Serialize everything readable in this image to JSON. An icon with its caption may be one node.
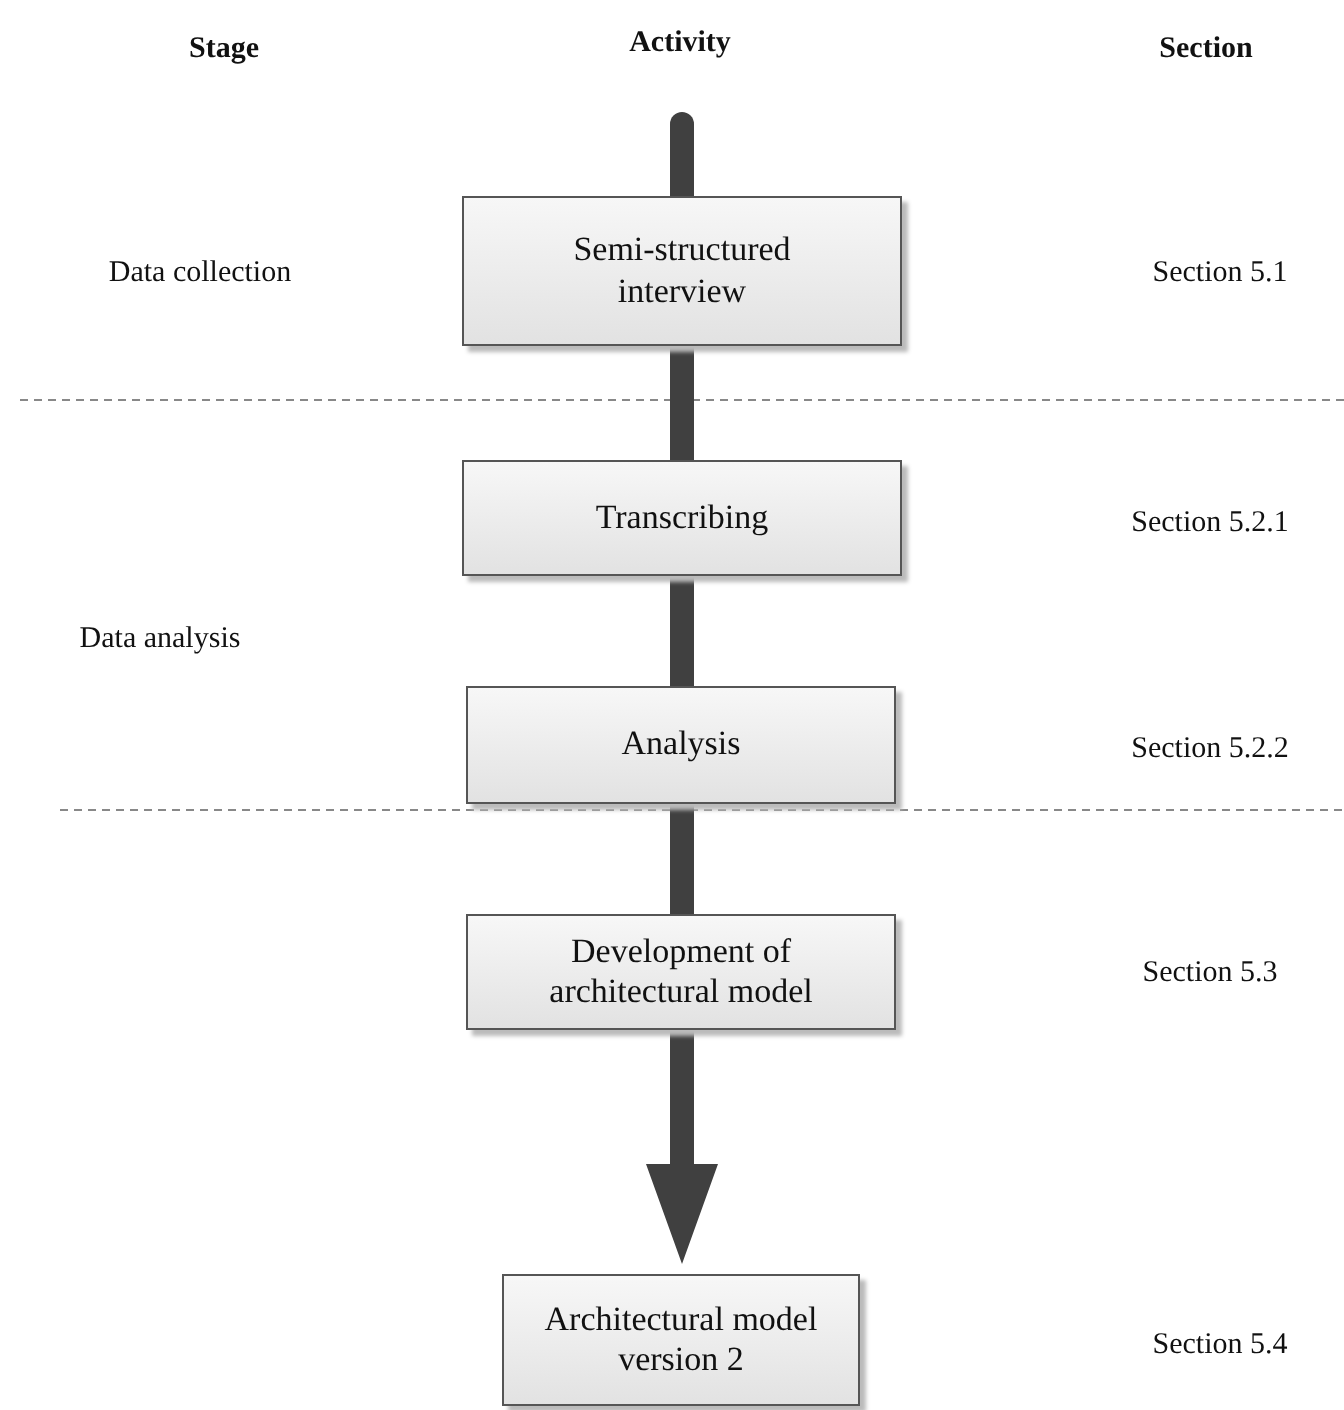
{
  "diagram": {
    "nodes": [
      {
        "text": [
          "Semi-structured interview"
        ]
      },
      {
        "text": [
          "Transcribing"
        ]
      },
      {
        "text": [
          "Analysis"
        ]
      },
      {
        "text": [
          "Development of architectural model"
        ]
      },
      {
        "text": [
          "Architectural model version 2"
        ]
      }
    ],
    "edges": [
      {
        "from": null,
        "to": 0,
        "arrow": "none"
      },
      {
        "from": 0,
        "to": 1,
        "arrow": "none"
      },
      {
        "from": 1,
        "to": 2,
        "arrow": "none"
      },
      {
        "from": 2,
        "to": 3,
        "arrow": "none"
      },
      {
        "from": 3,
        "to": 4,
        "arrow": "to"
      }
    ],
    "labels": [
      "Stage",
      "Activity",
      "Section",
      "Data collection",
      "Section 5.1",
      "Section 5.2.1",
      "Data analysis",
      "Section 5.2.2",
      "Section 5.3",
      "Section 5.4"
    ]
  }
}
